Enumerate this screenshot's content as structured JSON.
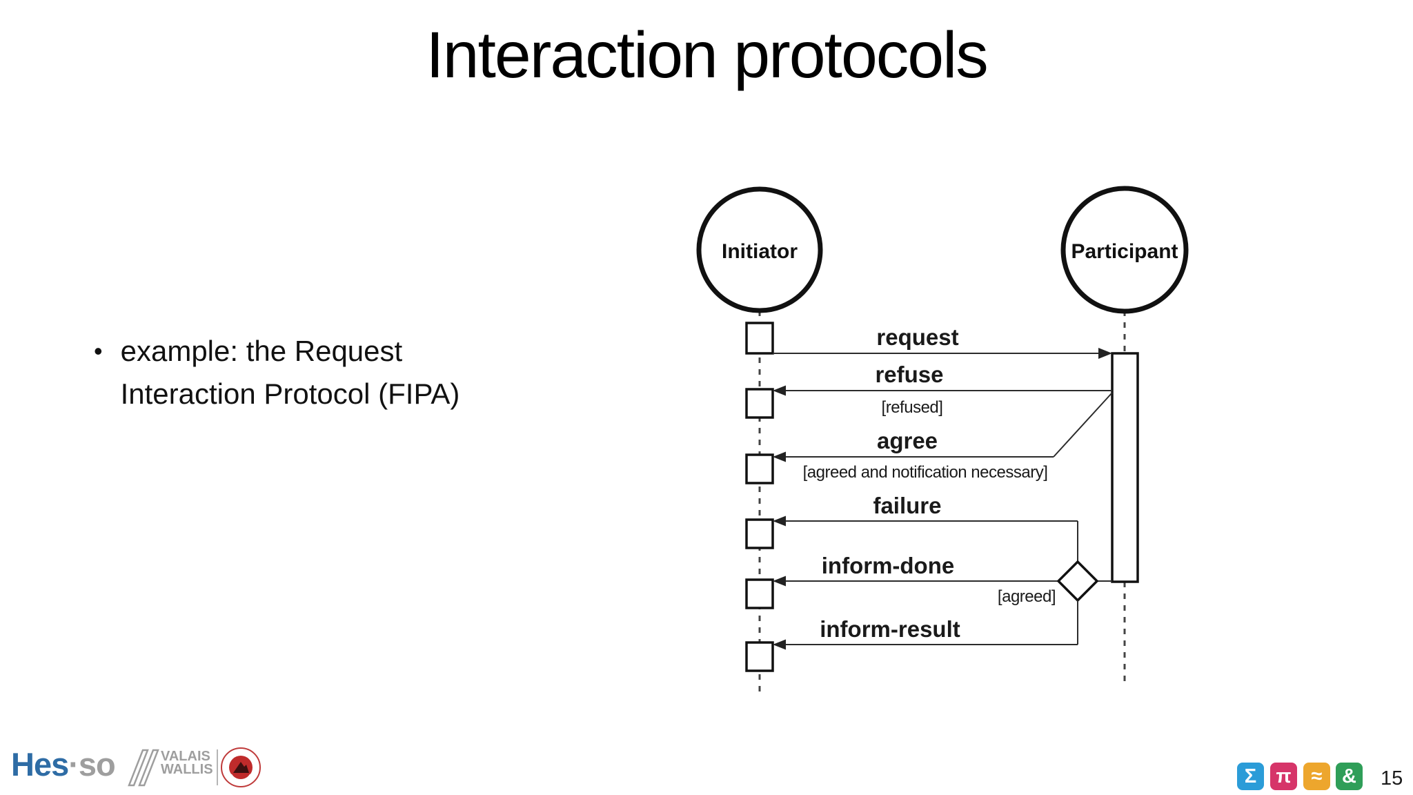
{
  "slide": {
    "title": "Interaction protocols",
    "bullet": {
      "marker": "•",
      "line1": "example: the Request",
      "line2": "Interaction Protocol (FIPA)"
    },
    "page_number": "15"
  },
  "diagram": {
    "initiator_label": "Initiator",
    "participant_label": "Participant",
    "messages": {
      "request": "request",
      "refuse": "refuse",
      "refuse_guard": "[refused]",
      "agree": "agree",
      "agree_guard": "[agreed and notification necessary]",
      "failure": "failure",
      "inform_done": "inform-done",
      "inform_done_guard": "[agreed]",
      "inform_result": "inform-result"
    }
  },
  "footer": {
    "logo": {
      "hes": "Hes",
      "dot_so": "·so",
      "valais": "VALAIS",
      "wallis": "WALLIS",
      "hes_color": "#2e6ca5",
      "gray_color": "#9e9e9e",
      "badge_red": "#bf2b2b"
    },
    "icons": [
      {
        "name": "sigma-icon",
        "glyph": "Σ",
        "color": "#2b9cd8"
      },
      {
        "name": "pi-icon",
        "glyph": "π",
        "color": "#d63569"
      },
      {
        "name": "approx-icon",
        "glyph": "≈",
        "color": "#eda62d"
      },
      {
        "name": "ampersand-icon",
        "glyph": "&",
        "color": "#2f9e58"
      }
    ]
  }
}
